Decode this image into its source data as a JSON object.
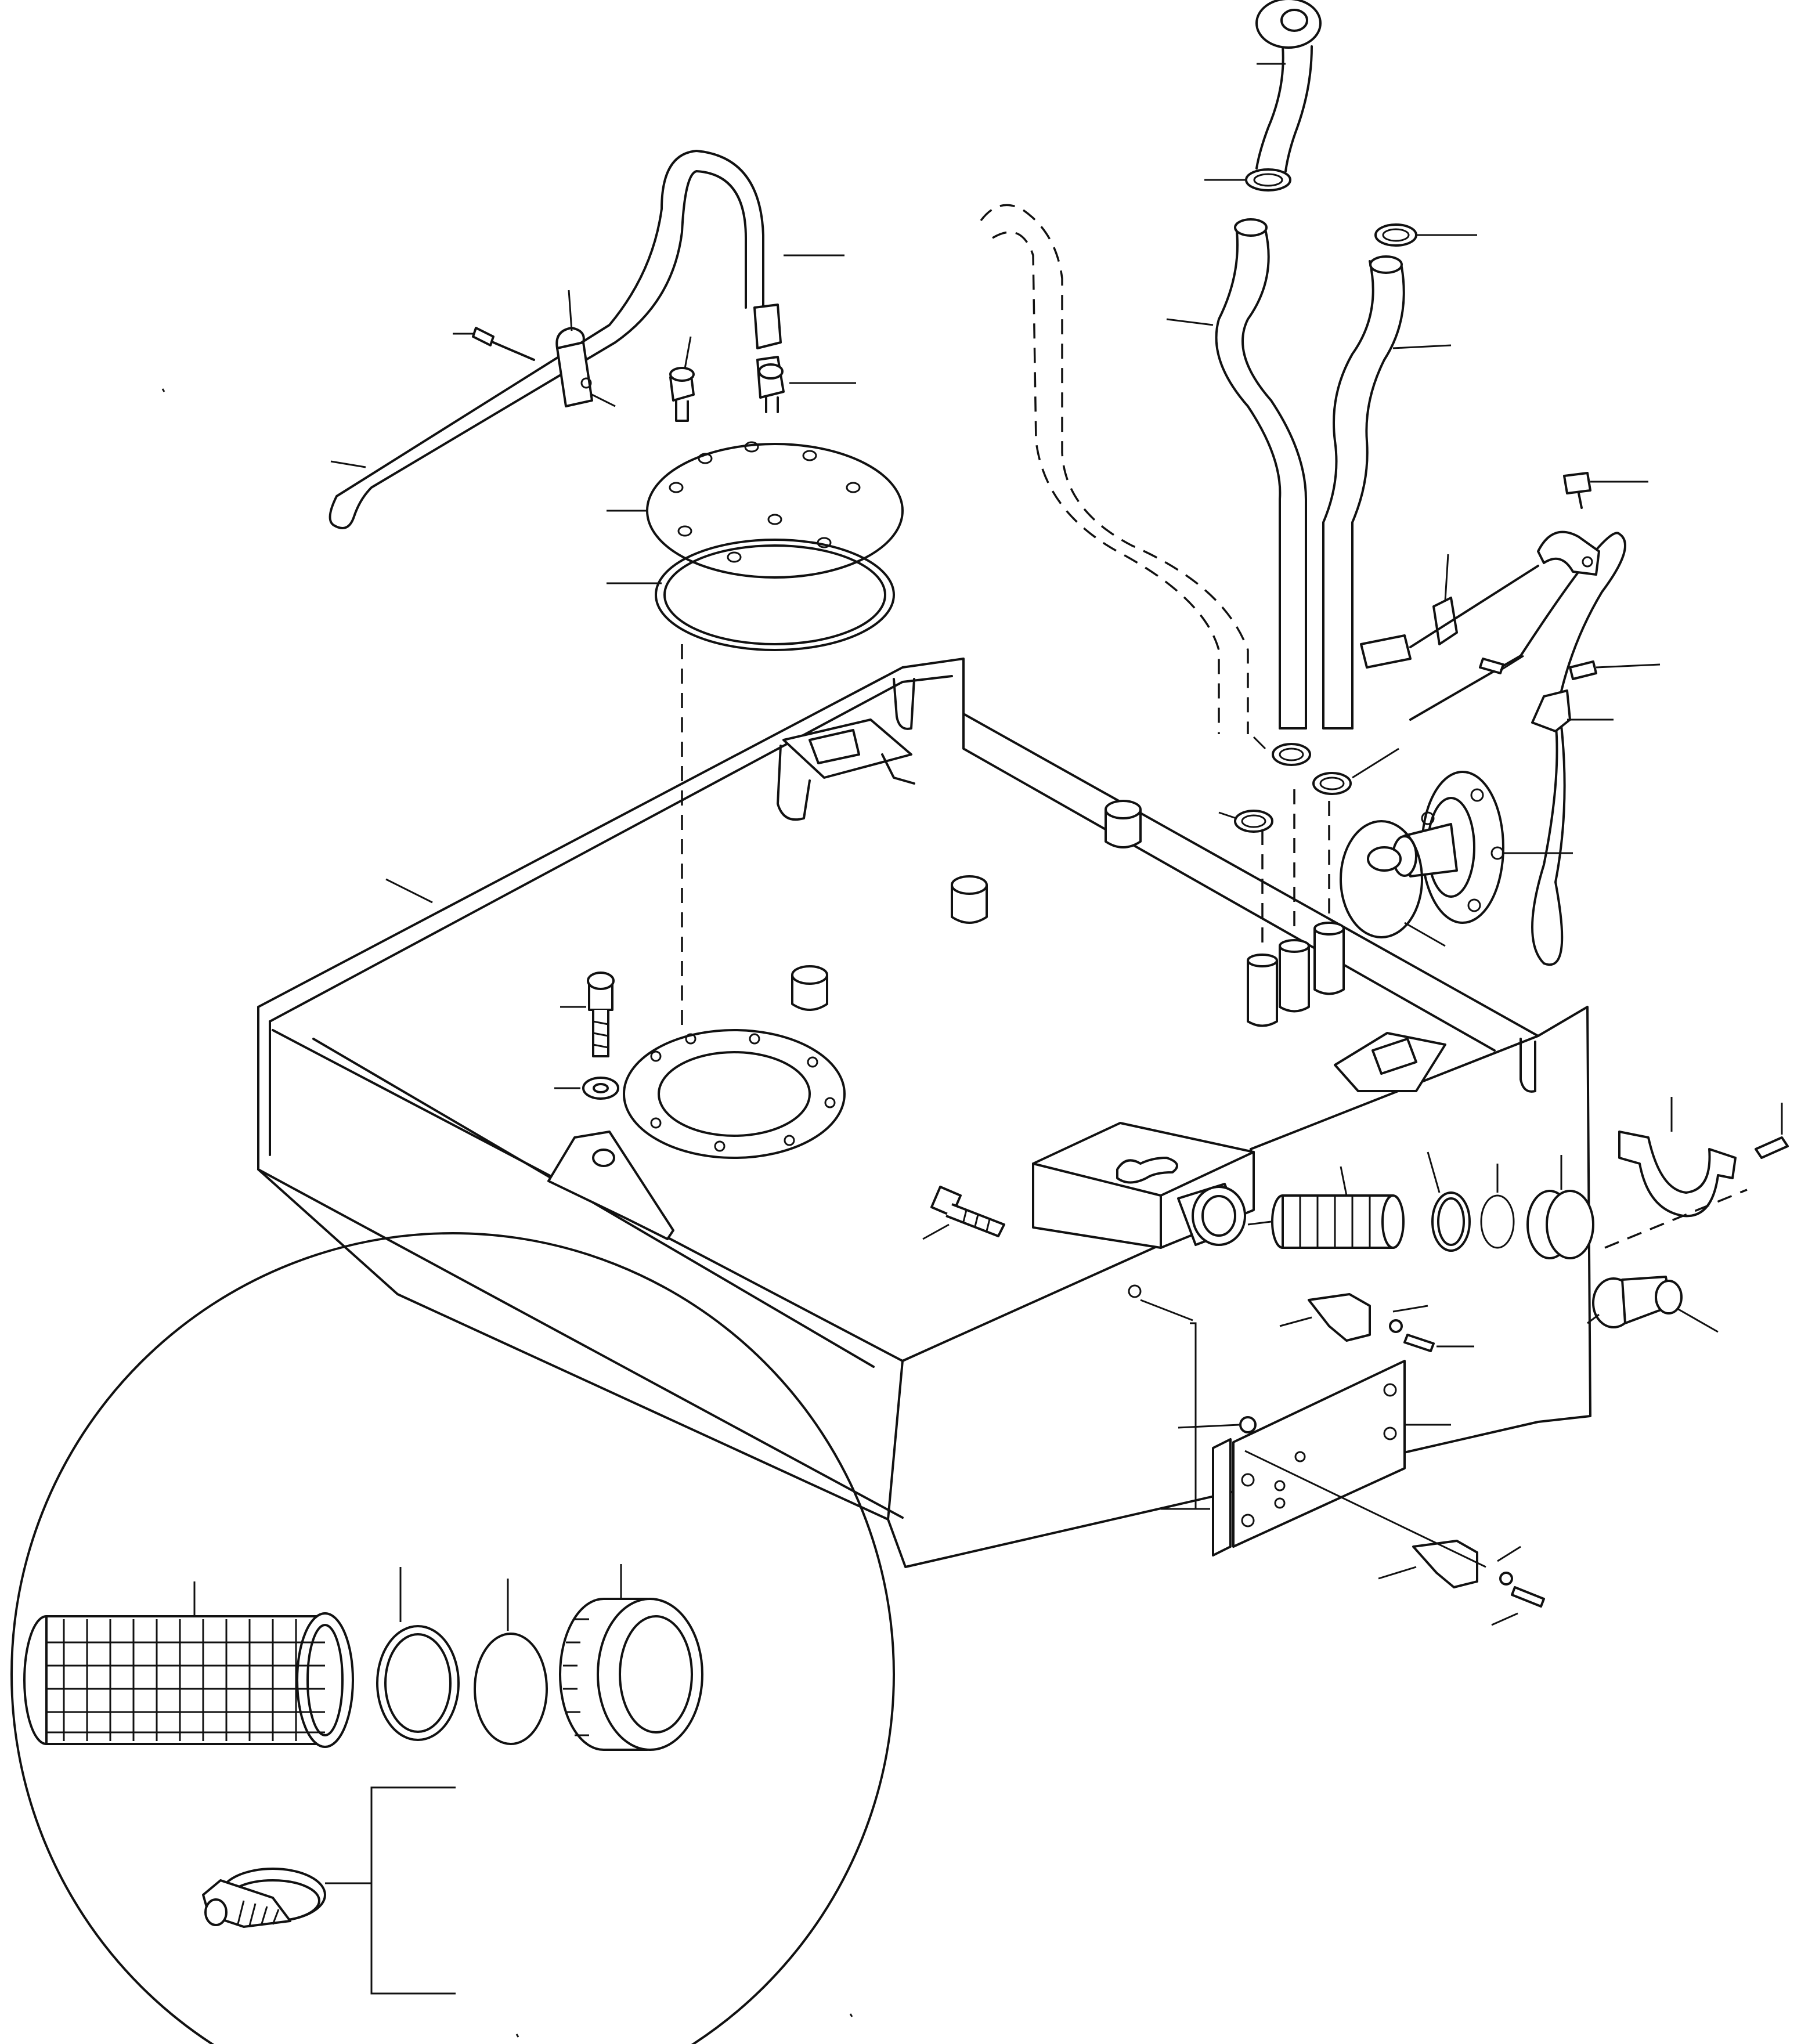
{
  "figure": {
    "type": "exploded-parts-diagram",
    "subject": "tank",
    "colors": {
      "line": "#111111",
      "background": "#ffffff"
    },
    "detail_view": "circle-inset-bottom-left",
    "callout_labels": []
  }
}
